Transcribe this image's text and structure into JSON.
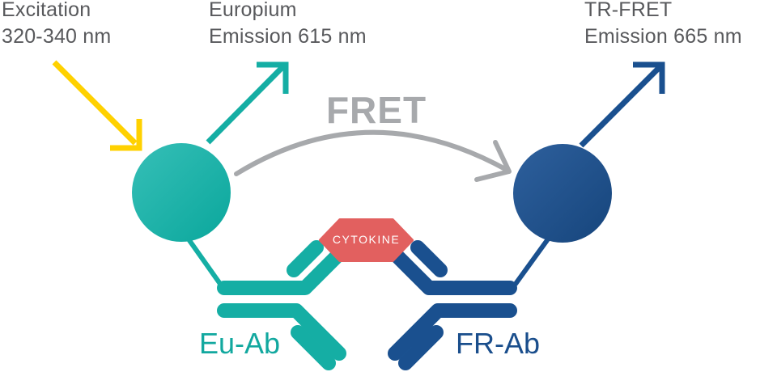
{
  "labels": {
    "excitation": {
      "line1": "Excitation",
      "line2": "320-340 nm"
    },
    "europium": {
      "line1": "Europium",
      "line2": "Emission 615 nm"
    },
    "tr_fret": {
      "line1": "TR-FRET",
      "line2": "Emission 665 nm"
    },
    "fret": "FRET",
    "cytokine": "CYTOKINE",
    "eu_ab": "Eu-Ab",
    "fr_ab": "FR-Ab"
  },
  "colors": {
    "teal": "#15AEA4",
    "teal_light": "#36BFB7",
    "teal_dark": "#0AA79C",
    "dark_blue": "#1A508F",
    "blue_light": "#2E609D",
    "blue_dark": "#16457C",
    "yellow": "#FFD100",
    "gray_arrow": "#A7A9AC",
    "text_gray": "#58595C",
    "coral": "#E2605F",
    "cytokine_text": "#FFFFFF"
  }
}
